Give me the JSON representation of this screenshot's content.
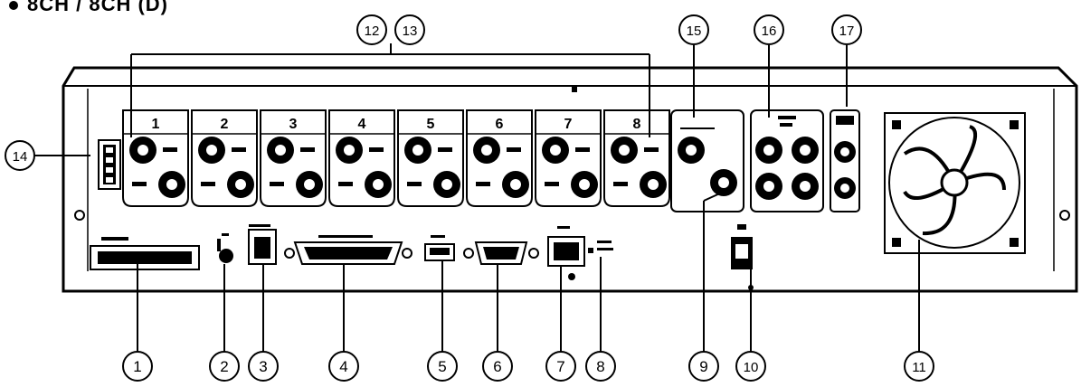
{
  "title": "8CH / 8CH (D)",
  "callouts": [
    "1",
    "2",
    "3",
    "4",
    "5",
    "6",
    "7",
    "8",
    "9",
    "10",
    "11",
    "12",
    "13",
    "14",
    "15",
    "16",
    "17"
  ],
  "channels": [
    "1",
    "2",
    "3",
    "4",
    "5",
    "6",
    "7",
    "8"
  ],
  "colors": {
    "ink": "#000000",
    "panel": "#ffffff",
    "shade": "#1a1a1a"
  }
}
